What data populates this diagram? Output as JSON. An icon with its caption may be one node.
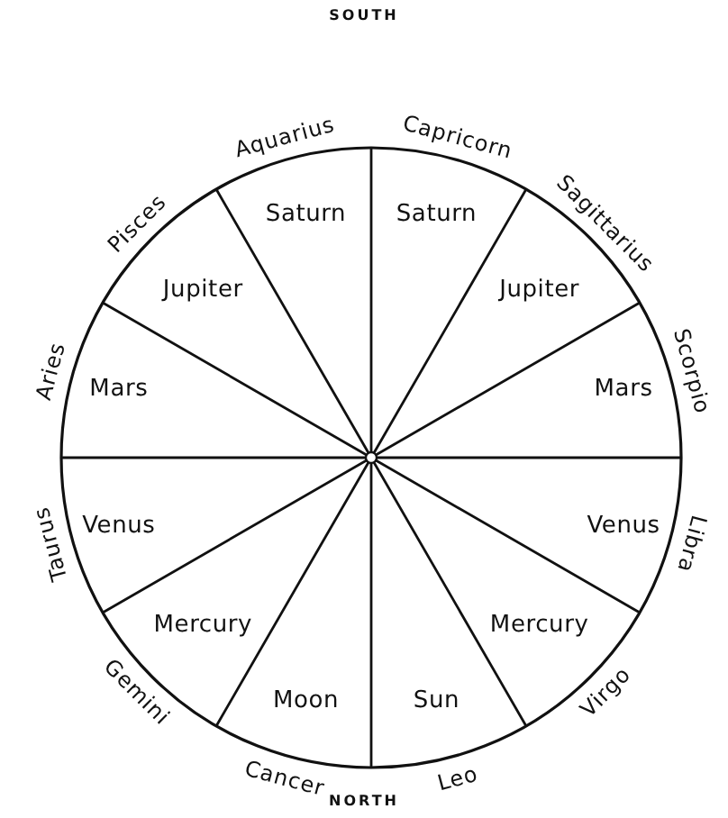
{
  "diagram": {
    "nodes": [
      {
        "text": [
          "Saturn"
        ],
        "beside": [
          "Aquarius"
        ]
      },
      {
        "text": [
          "Saturn"
        ],
        "beside": [
          "Capricorn"
        ]
      },
      {
        "text": [
          "Jupiter"
        ],
        "beside": [
          "Sagittarius"
        ]
      },
      {
        "text": [
          "Mars"
        ],
        "beside": [
          "Scorpio"
        ]
      },
      {
        "text": [
          "Venus"
        ],
        "beside": [
          "Libra"
        ]
      },
      {
        "text": [
          "Mercury"
        ],
        "beside": [
          "Virgo"
        ]
      },
      {
        "text": [
          "Sun"
        ],
        "beside": [
          "Leo"
        ]
      },
      {
        "text": [
          "Moon"
        ],
        "beside": [
          "Cancer"
        ]
      },
      {
        "text": [
          "Mercury"
        ],
        "beside": [
          "Gemini"
        ]
      },
      {
        "text": [
          "Venus"
        ],
        "beside": [
          "Taurus"
        ]
      },
      {
        "text": [
          "Mars"
        ],
        "beside": [
          "Aries"
        ]
      },
      {
        "text": [
          "Jupiter"
        ],
        "beside": [
          "Pisces"
        ]
      }
    ],
    "labels": [
      "SOUTH",
      "NORTH"
    ]
  }
}
